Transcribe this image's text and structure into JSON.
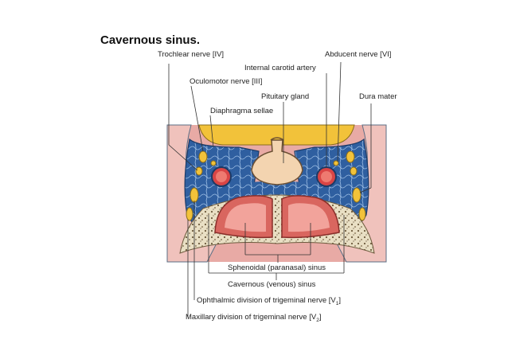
{
  "title": "Cavernous sinus.",
  "labels": {
    "trochlear": "Trochlear nerve [IV]",
    "abducent": "Abducent nerve  [VI]",
    "internal_carotid": "Internal carotid artery",
    "oculomotor": "Oculomotor nerve [III]",
    "pituitary": "Pituitary gland",
    "dura": "Dura mater",
    "diaphragma": "Diaphragma sellae",
    "sphenoidal": "Sphenoidal (paranasal) sinus",
    "cavernous_sinus": "Cavernous (venous) sinus",
    "ophthalmic_text": "Ophthalmic division of trigeminal nerve [V",
    "ophthalmic_sub": "1",
    "maxillary_text": "Maxillary division of trigeminal nerve [V",
    "maxillary_sub": "2",
    "bracket_close": "]"
  },
  "colors": {
    "venous_blue": "#2f5fa0",
    "artery_red": "#d94545",
    "nerve_yellow": "#f2c23a",
    "gland_tan": "#f3d4b0",
    "bone": "#e9dfc4",
    "tissue_pink": "#e8aaa5",
    "sinus_red": "#e58a84"
  }
}
